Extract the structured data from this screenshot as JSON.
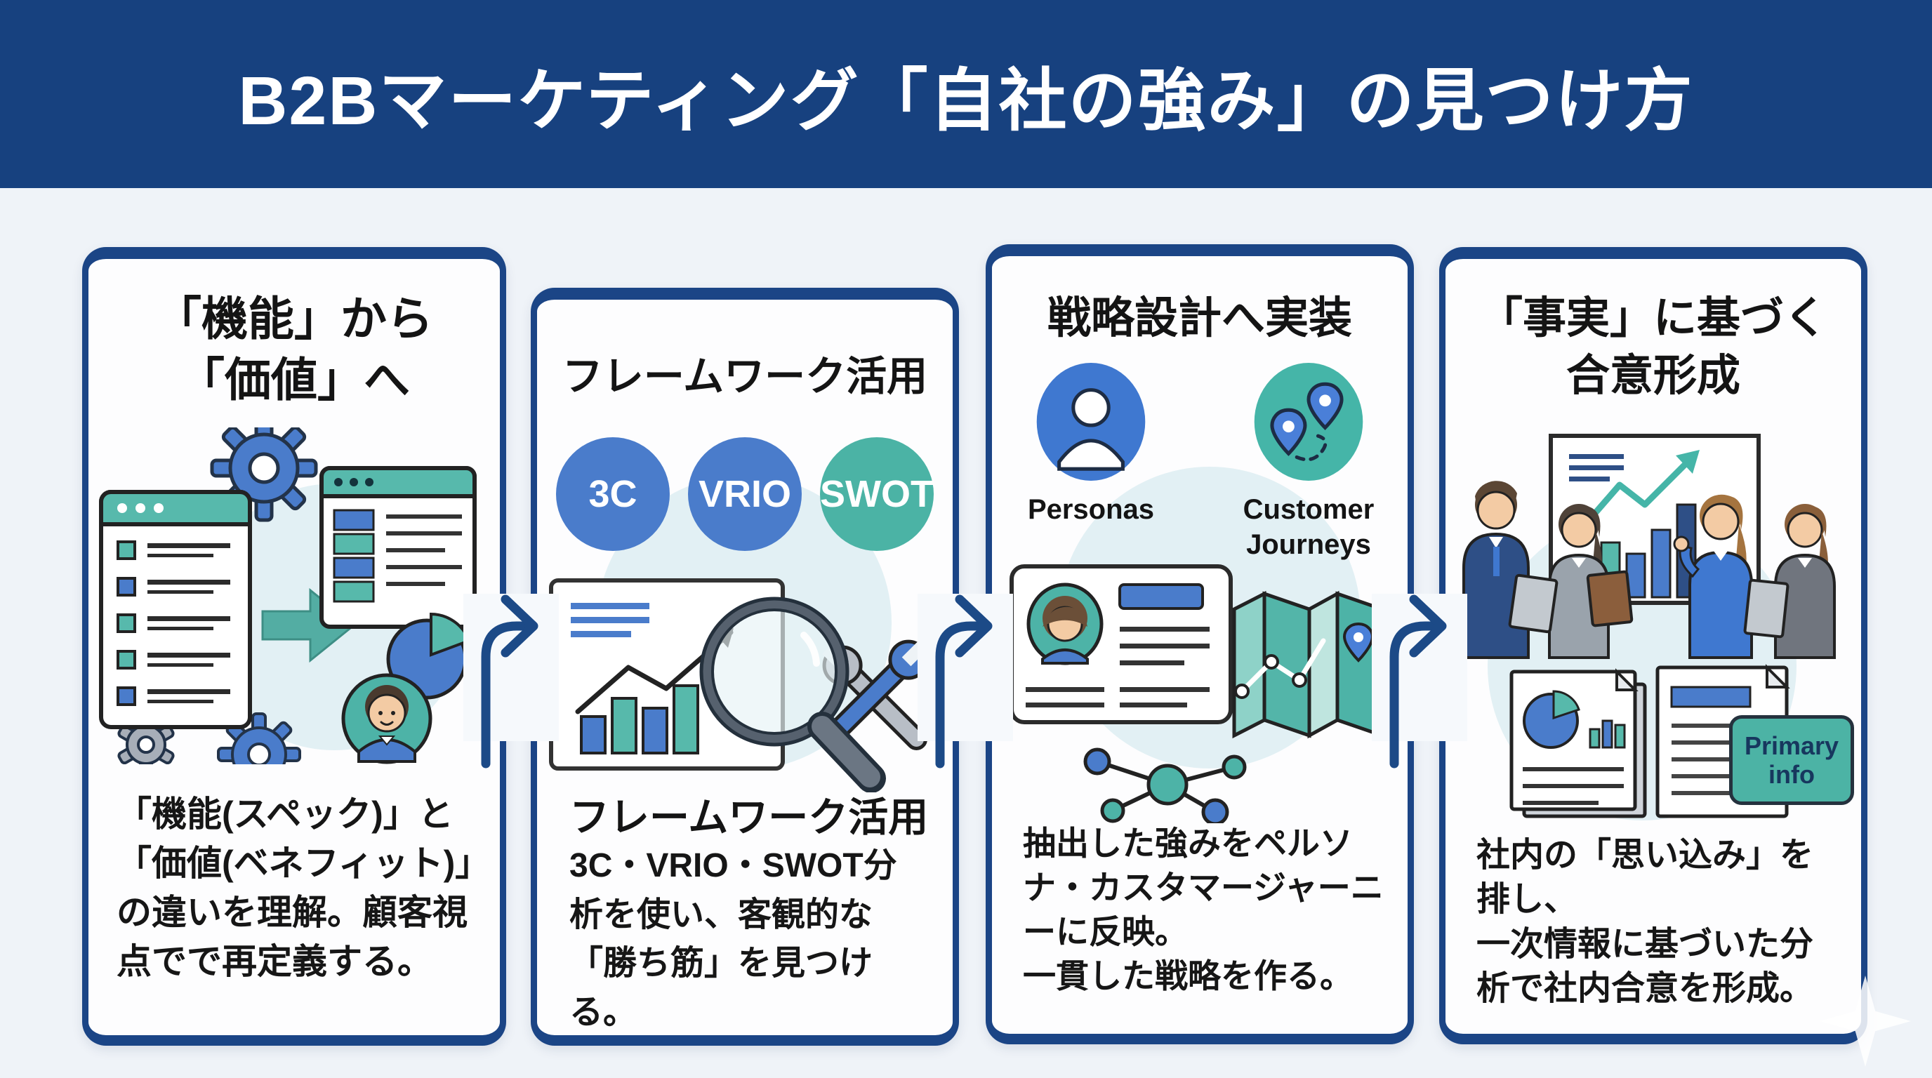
{
  "header": {
    "title": "B2Bマーケティング「自社の強み」の見つけ方",
    "bg_color": "#17417f",
    "text_color": "#ffffff"
  },
  "palette": {
    "page_bg": "#eff3f8",
    "card_border_navy": "#1b4586",
    "accent_blue": "#4a7ccb",
    "accent_teal": "#4bb3a5",
    "halo_light": "#e2f0f4",
    "body_text": "#161616"
  },
  "icons": {
    "card1": [
      "gear-icon",
      "browser-window-icon",
      "list-icon",
      "arrow-right-icon",
      "pie-chart-icon",
      "man-avatar-icon"
    ],
    "card2": [
      "chart-board-icon",
      "magnifier-icon",
      "wrench-icon"
    ],
    "card3": [
      "persona-icon",
      "journey-pins-icon",
      "id-card-icon",
      "map-icon",
      "network-icon"
    ],
    "card4": [
      "team-discussion-icon",
      "whiteboard-chart-icon",
      "report-document-icon",
      "primary-info-document-icon"
    ],
    "between_cards": "flow-arrow-icon",
    "decoration": "sparkle-icon"
  },
  "cards": [
    {
      "title": "「機能」から\n「価値」へ",
      "body": "「機能(スペック)」と「価値(ベネフィット)」の違いを理解。顧客視点でで再定義する。"
    },
    {
      "title": "フレームワーク活用",
      "badges": [
        "3C",
        "VRIO",
        "SWOT"
      ],
      "body_heading": "フレームワーク活用",
      "body": "3C・VRIO・SWOT分析を使い、客観的な「勝ち筋」を見つける。"
    },
    {
      "title": "戦略設計へ実装",
      "icon_labels": [
        "Personas",
        "Customer Journeys"
      ],
      "body": "抽出した強みをペルソナ・カスタマージャーニーに反映。\n一貫した戦略を作る。"
    },
    {
      "title": "「事実」に基づく\n合意形成",
      "doc_label": "Primary\ninfo",
      "body": "社内の「思い込み」を排し、\n一次情報に基づいた分析で社内合意を形成。"
    }
  ]
}
